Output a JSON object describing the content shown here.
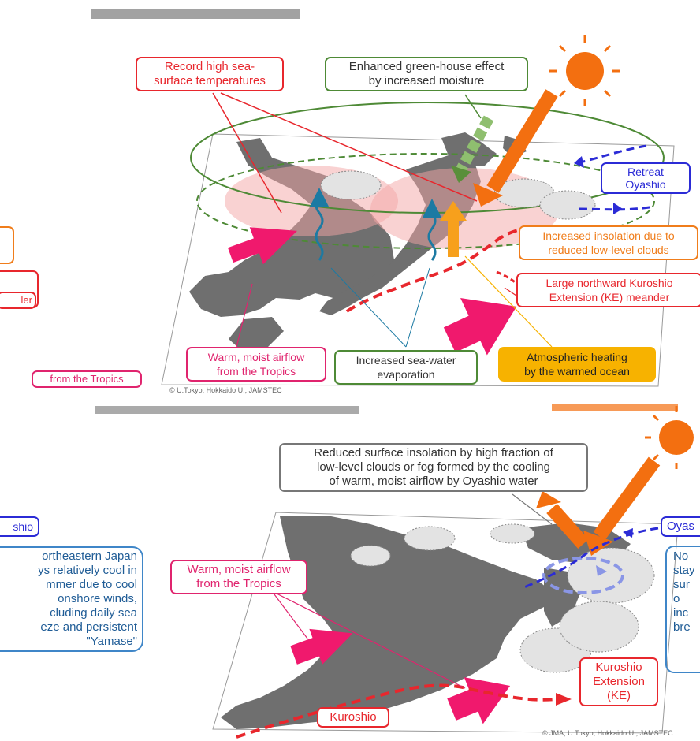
{
  "top": {
    "labels": {
      "record_high": "Record high sea-\nsurface temperatures",
      "greenhouse": "Enhanced green-house effect\nby increased moisture",
      "retreat": "Retreat",
      "oyashio": "Oyashio",
      "insolation": "Increased insolation due to\nreduced low-level clouds",
      "kuroshio_meander": "Large northward Kuroshio\nExtension (KE) meander",
      "warm_airflow": "Warm, moist airflow\nfrom the Tropics",
      "evaporation": "Increased sea-water\nevaporation",
      "heating": "Atmospheric heating\nby the warmed ocean",
      "left_cut_1": "ler",
      "left_cut_2": "from the Tropics"
    },
    "credit": "© U.Tokyo, Hokkaido U., JAMSTEC"
  },
  "bottom": {
    "labels": {
      "reduced_insolation": "Reduced surface insolation by high fraction of\nlow-level clouds or fog formed by the cooling\nof warm, moist airflow by Oyashio water",
      "oyashio_left": "shio",
      "northeast_japan": "ortheastern Japan\nys relatively cool in\nmmer due to cool\nonshore winds,\ncluding daily sea\neze and persistent\n\"Yamase\"",
      "warm_airflow": "Warm, moist airflow\nfrom the Tropics",
      "oyashio_right": "Oyas",
      "right_cut": "No\nstay\nsur\no\ninc\nbre",
      "kuroshio_ext": "Kuroshio\nExtension\n(KE)",
      "kuroshio": "Kuroshio"
    },
    "credit": "© JMA, U.Tokyo, Hokkaido U., JAMSTEC"
  },
  "colors": {
    "red": "#e8272d",
    "green": "#4e8a36",
    "orange": "#f07d1b",
    "pink": "#e0246e",
    "blue": "#2b2bd6",
    "light_blue": "#3f86c8",
    "yellow": "#f7b200",
    "land": "#6f6f6f"
  }
}
